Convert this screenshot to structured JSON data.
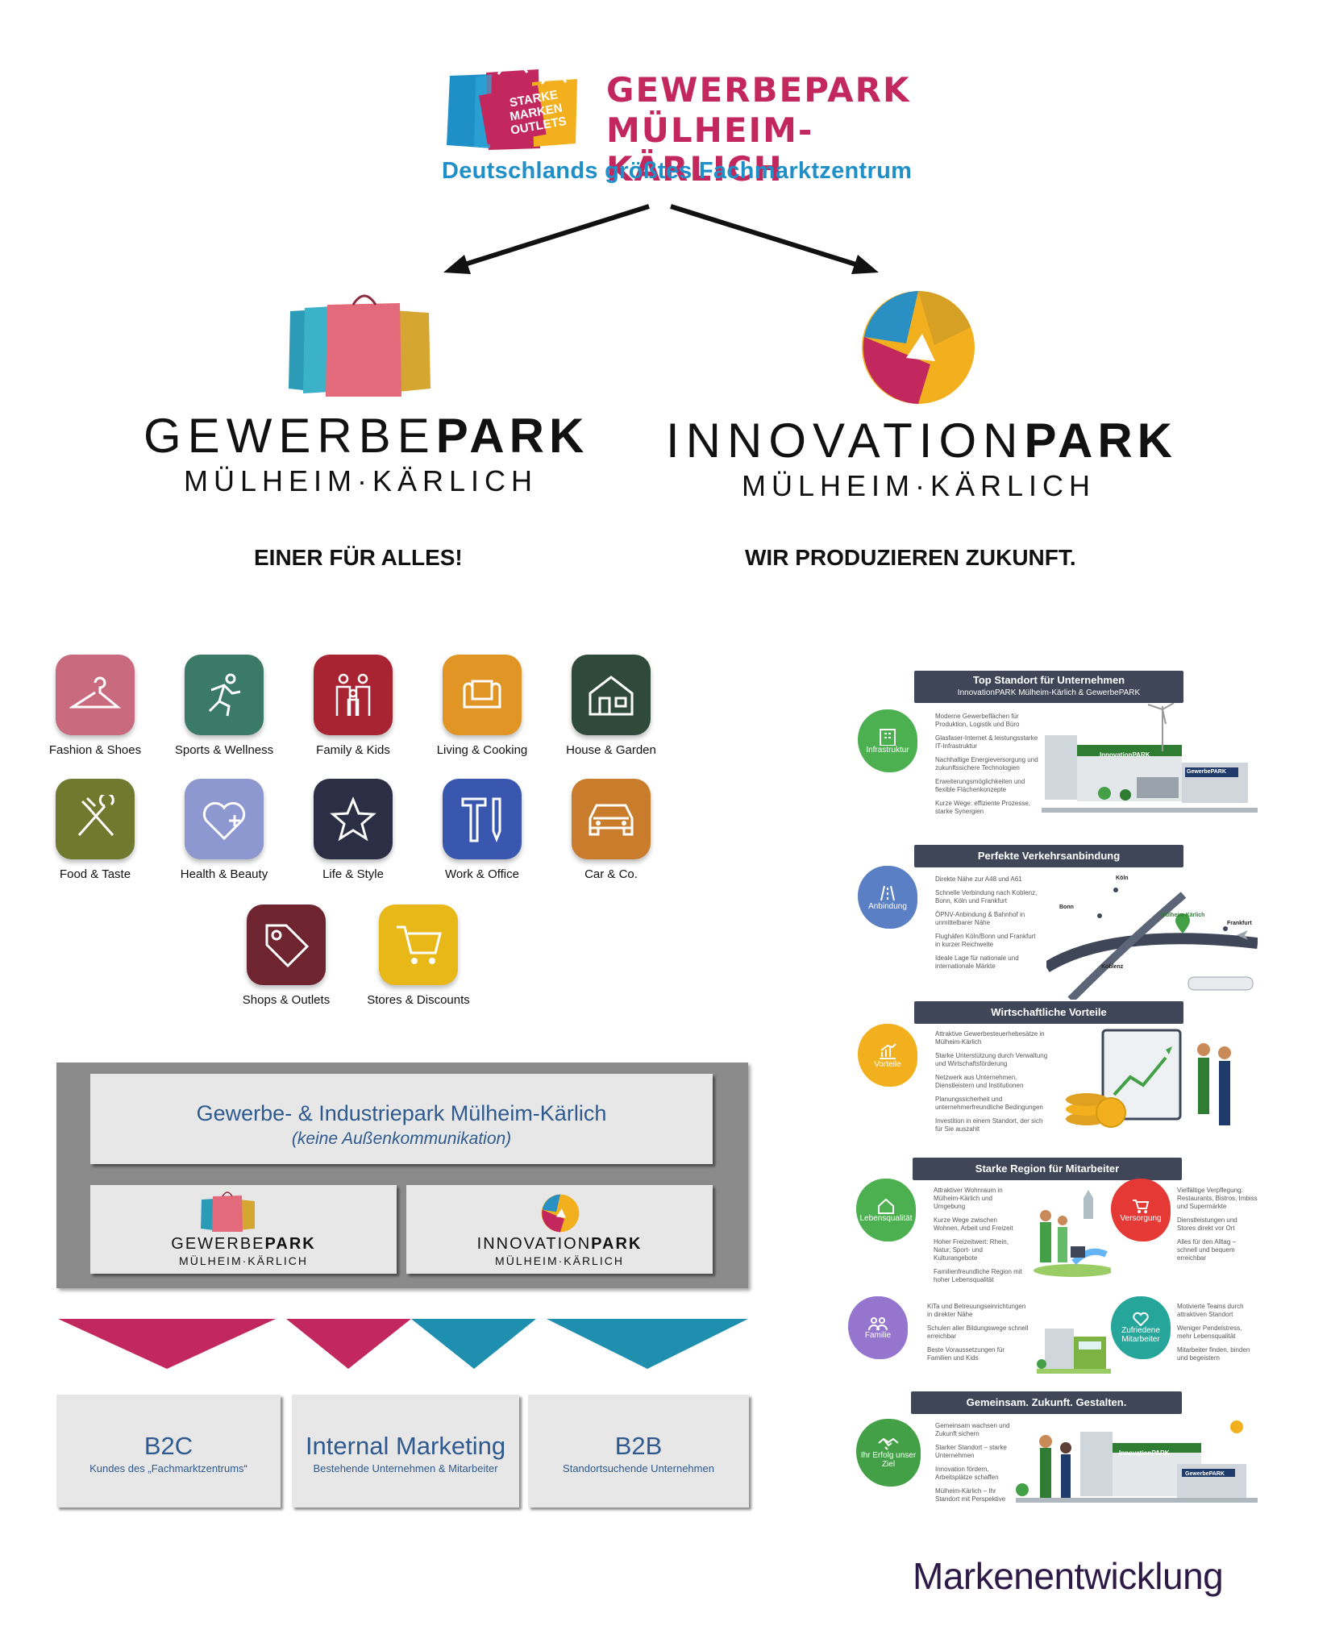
{
  "header": {
    "bag_text": [
      "STARKE",
      "MARKEN",
      "OUTLETS"
    ],
    "title_line1": "GEWERBEPARK",
    "title_line2": "MÜLHEIM-KÄRLICH",
    "subtitle": "Deutschlands größtes Fachmarktzentrum"
  },
  "gewerbepark": {
    "word_light": "GEWERBE",
    "word_bold": "PARK",
    "city": "MÜLHEIM·KÄRLICH",
    "slogan": "EINER FÜR ALLES!"
  },
  "innovationpark": {
    "word_light": "INNOVATION",
    "word_bold": "PARK",
    "city": "MÜLHEIM·KÄRLICH",
    "slogan": "WIR PRODUZIEREN ZUKUNFT."
  },
  "categories": [
    {
      "label": "Fashion & Shoes",
      "icon": "hanger-icon",
      "color": "#c96a7e"
    },
    {
      "label": "Sports & Wellness",
      "icon": "runner-icon",
      "color": "#3a7a66"
    },
    {
      "label": "Family & Kids",
      "icon": "family-icon",
      "color": "#a92433"
    },
    {
      "label": "Living & Cooking",
      "icon": "armchair-icon",
      "color": "#e09524"
    },
    {
      "label": "House & Garden",
      "icon": "house-icon",
      "color": "#2f4a3a"
    },
    {
      "label": "Food & Taste",
      "icon": "cutlery-icon",
      "color": "#6f7a2e"
    },
    {
      "label": "Health & Beauty",
      "icon": "heart-plus-icon",
      "color": "#8d97d0"
    },
    {
      "label": "Life & Style",
      "icon": "star-icon",
      "color": "#2c2e45"
    },
    {
      "label": "Work & Office",
      "icon": "tools-icon",
      "color": "#3a57b0"
    },
    {
      "label": "Car & Co.",
      "icon": "car-icon",
      "color": "#c97d2c"
    },
    {
      "label": "Shops & Outlets",
      "icon": "price-tag-icon",
      "color": "#6e2530"
    },
    {
      "label": "Stores & Discounts",
      "icon": "cart-icon",
      "color": "#e8b818"
    }
  ],
  "structure": {
    "top_title": "Gewerbe- & Industriepark Mülheim-Kärlich",
    "top_note": "(keine Außenkommunikation)",
    "left_word_light": "GEWERBE",
    "left_word_bold": "PARK",
    "left_city": "MÜLHEIM·KÄRLICH",
    "right_word_light": "INNOVATION",
    "right_word_bold": "PARK",
    "right_city": "MÜLHEIM·KÄRLICH",
    "colors": {
      "b2c": "#c2285d",
      "b2b": "#1f8fb0"
    }
  },
  "audiences": [
    {
      "title": "B2C",
      "sub": "Kundes des „Fachmarktzentrums“"
    },
    {
      "title": "Internal Marketing",
      "sub": "Bestehende Unternehmen & Mitarbeiter"
    },
    {
      "title": "B2B",
      "sub": "Standortsuchende Unternehmen"
    }
  ],
  "infographic": {
    "header_title": "Top Standort für Unternehmen",
    "header_sub": "InnovationPARK Mülheim-Kärlich & GewerbePARK",
    "s1": {
      "band": "",
      "blob": "Infrastruktur",
      "items": [
        "Moderne Gewerbeflächen für Produktion, Logistik und Büro",
        "Glasfaser-Internet & leistungsstarke IT-Infrastruktur",
        "Nachhaltige Energieversorgung und zukunftssichere Technologien",
        "Erweiterungsmöglichkeiten und flexible Flächenkonzepte",
        "Kurze Wege: effiziente Prozesse, starke Synergien"
      ],
      "sign1": "InnovationPARK",
      "sign2": "GewerbePARK"
    },
    "s2": {
      "band": "Perfekte Verkehrsanbindung",
      "blob": "Anbindung",
      "items": [
        "Direkte Nähe zur A48 und A61",
        "Schnelle Verbindung nach Koblenz, Bonn, Köln und Frankfurt",
        "ÖPNV-Anbindung & Bahnhof in unmittelbarer Nähe",
        "Flughäfen Köln/Bonn und Frankfurt in kurzer Reichweite",
        "Ideale Lage für nationale und internationale Märkte"
      ],
      "map_labels": [
        "Köln",
        "Bonn",
        "Mülheim-Kärlich",
        "Frankfurt",
        "Koblenz"
      ]
    },
    "s3": {
      "band": "Wirtschaftliche Vorteile",
      "blob": "Vorteile",
      "items": [
        "Attraktive Gewerbesteuerhebesätze in Mülheim-Kärlich",
        "Starke Unterstützung durch Verwaltung und Wirtschaftsförderung",
        "Netzwerk aus Unternehmen, Dienstleistern und Institutionen",
        "Planungssicherheit und unternehmerfreundliche Bedingungen",
        "Investition in einem Standort, der sich für Sie auszahlt"
      ]
    },
    "s4": {
      "band": "Starke Region für Mitarbeiter",
      "blob_a": "Lebensqualität",
      "items_a": [
        "Attraktiver Wohnraum in Mülheim-Kärlich und Umgebung",
        "Kurze Wege zwischen Wohnen, Arbeit und Freizeit",
        "Hoher Freizeitwert: Rhein, Natur, Sport- und Kulturangebote",
        "Familienfreundliche Region mit hoher Lebensqualität"
      ],
      "blob_b": "Versorgung",
      "items_b": [
        "Vielfältige Verpflegung: Restaurants, Bistros, Imbiss und Supermärkte",
        "Dienstleistungen und Stores direkt vor Ort",
        "Alles für den Alltag – schnell und bequem erreichbar"
      ],
      "blob_c": "Familie",
      "items_c": [
        "KiTa und Betreuungseinrichtungen in direkter Nähe",
        "Schulen aller Bildungswege schnell erreichbar",
        "Beste Voraussetzungen für Familien und Kids"
      ],
      "blob_d": "Zufriedene Mitarbeiter",
      "items_d": [
        "Motivierte Teams durch attraktiven Standort",
        "Weniger Pendelstress, mehr Lebensqualität",
        "Mitarbeiter finden, binden und begeistern"
      ]
    },
    "s5": {
      "band": "Gemeinsam. Zukunft. Gestalten.",
      "blob": "Ihr Erfolg unser Ziel",
      "items": [
        "Gemeinsam wachsen und Zukunft sichern",
        "Starker Standort – starke Unternehmen",
        "Innovation fördern, Arbeitsplätze schaffen",
        "Mülheim-Kärlich – Ihr Standort mit Perspektive"
      ],
      "sign1": "InnovationPARK",
      "sign2": "GewerbePARK"
    }
  },
  "footer": "Markenentwicklung"
}
